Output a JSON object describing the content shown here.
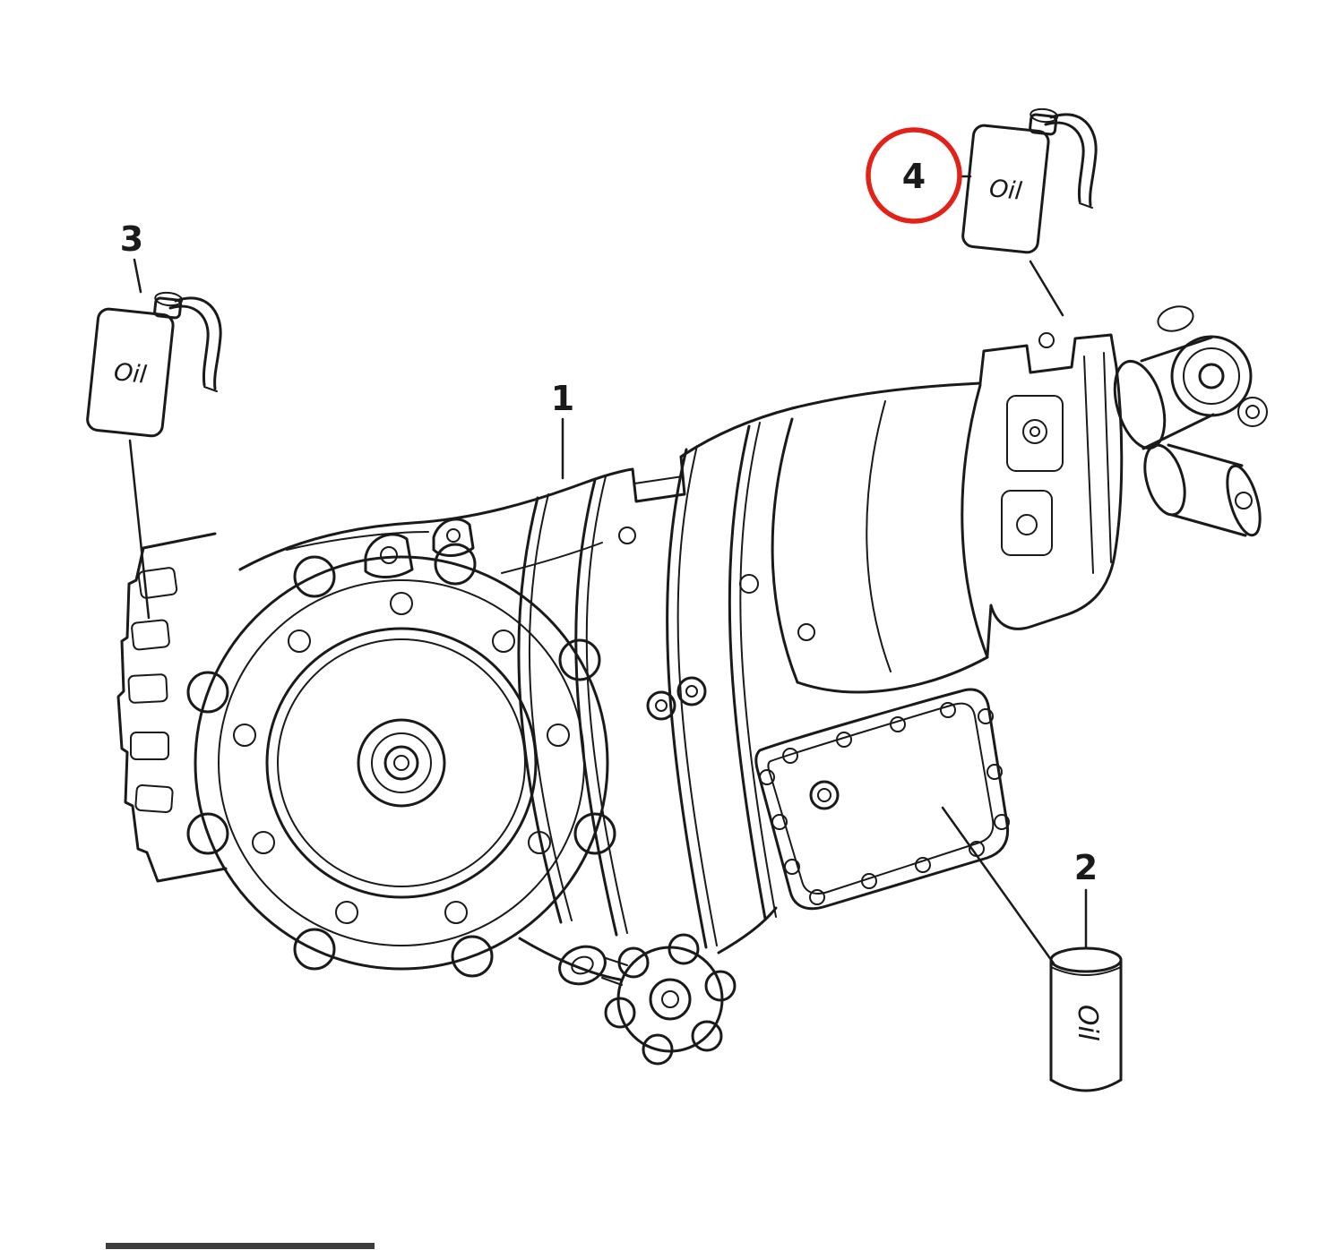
{
  "diagram": {
    "background": "#ffffff",
    "line_color": "#1a1a1a",
    "highlight_color": "#e22118"
  },
  "callouts": [
    {
      "label": "1",
      "part": "automatic-gearbox-assembly",
      "highlighted": false
    },
    {
      "label": "2",
      "part": "oil-can",
      "highlighted": false
    },
    {
      "label": "3",
      "part": "oil-bottle",
      "highlighted": false
    },
    {
      "label": "4",
      "part": "oil-bottle",
      "highlighted": true
    }
  ],
  "labels": {
    "oil_bottle_left": "Oil",
    "oil_bottle_right": "Oil",
    "oil_can": "Oil"
  }
}
